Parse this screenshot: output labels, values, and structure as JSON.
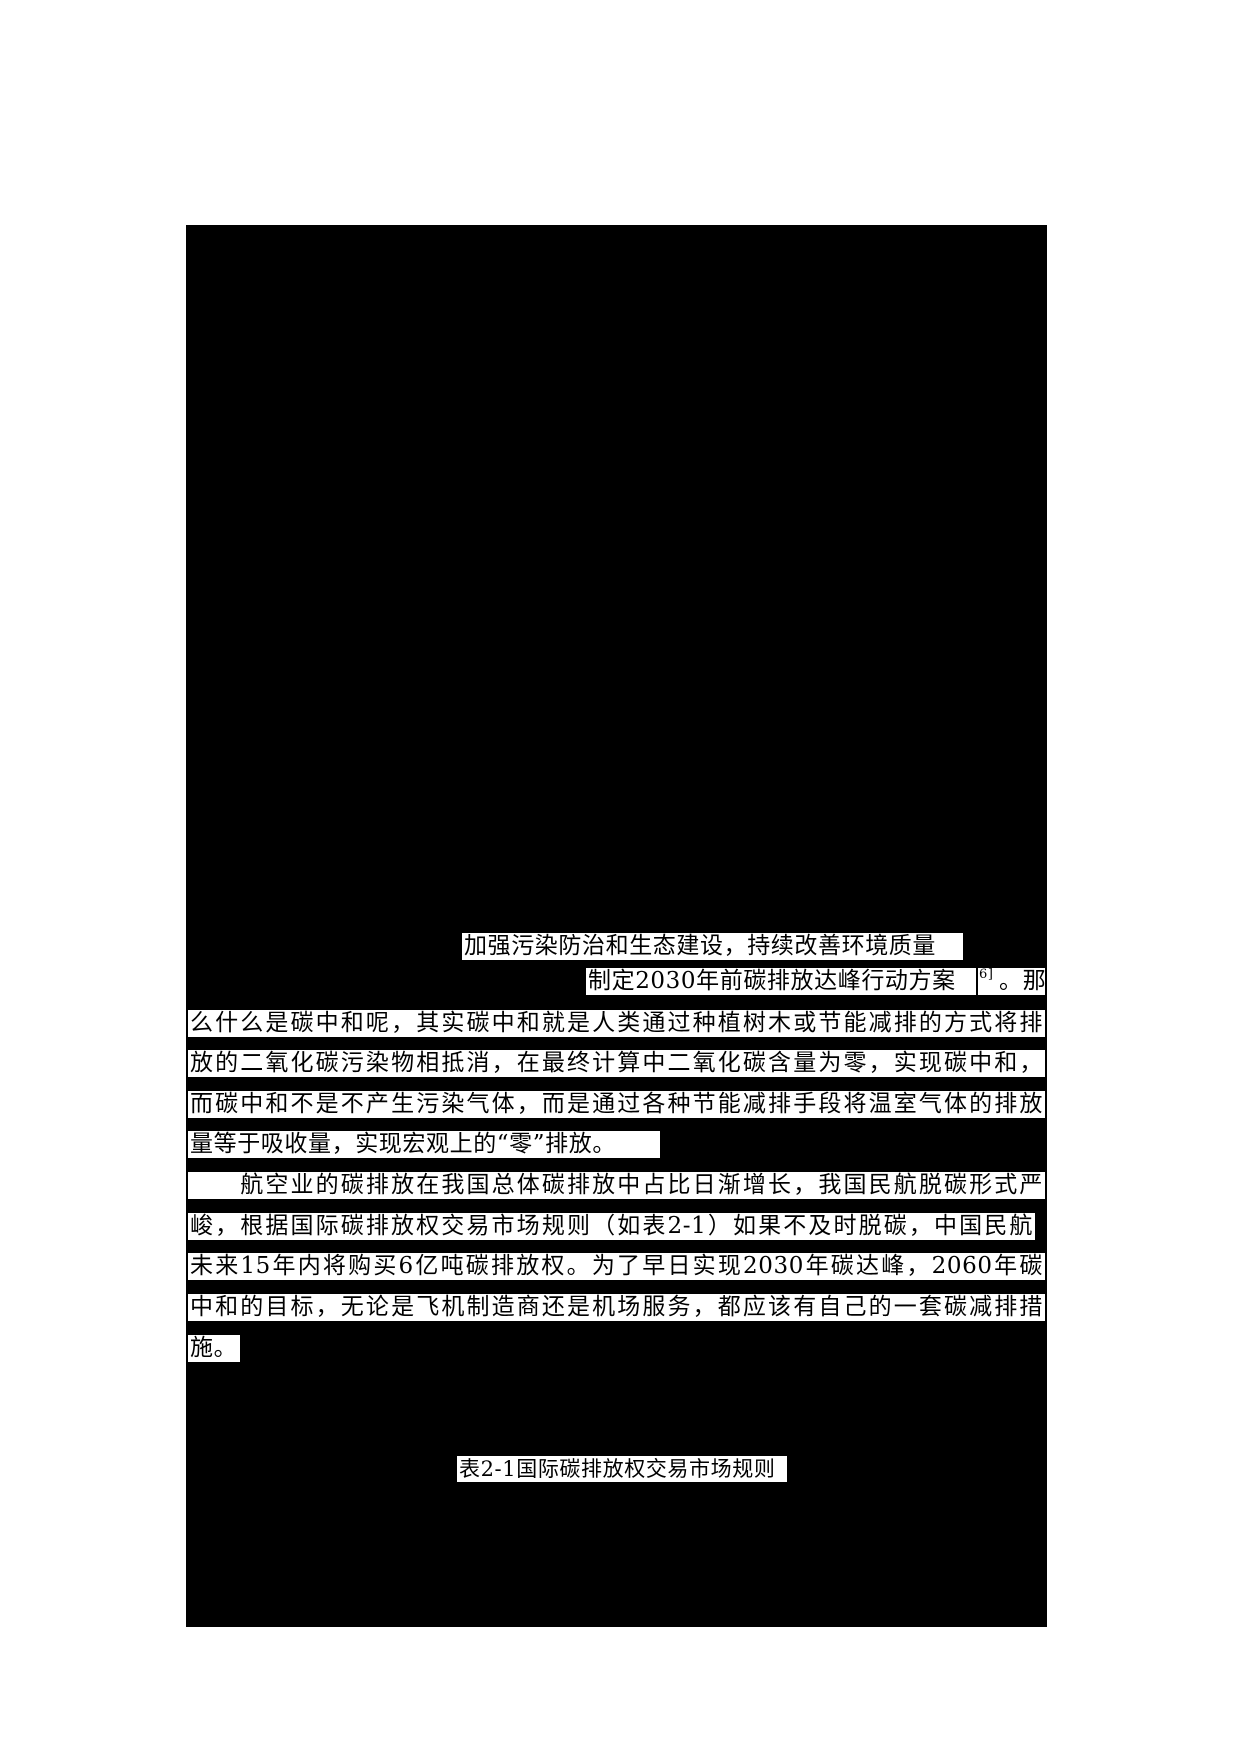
{
  "document": {
    "lines": {
      "l1": "加强污染防治和生态建设，持续改善环境质量",
      "l2_main": "制定2030年前碳排放达峰行动方案",
      "l2_ref": "6]",
      "l2_tail": "。那",
      "l3": "么什么是碳中和呢，其实碳中和就是人类通过种植树木或节能减排的方式将排",
      "l4": "放的二氧化碳污染物相抵消，在最终计算中二氧化碳含量为零，实现碳中和，",
      "l5": "而碳中和不是不产生污染气体，而是通过各种节能减排手段将温室气体的排放",
      "l6": "量等于吸收量，实现宏观上的“零”排放。",
      "l7": "　　航空业的碳排放在我国总体碳排放中占比日渐增长，我国民航脱碳形式严",
      "l8": "峻，根据国际碳排放权交易市场规则（如表2-1）如果不及时脱碳，中国民航",
      "l9": "未来15年内将购买6亿吨碳排放权。为了早日实现2030年碳达峰，2060年碳",
      "l10": "中和的目标，无论是飞机制造商还是机场服务，都应该有自己的一套碳减排措",
      "l11": "施。"
    },
    "table_caption": "表2-1国际碳排放权交易市场规则"
  }
}
